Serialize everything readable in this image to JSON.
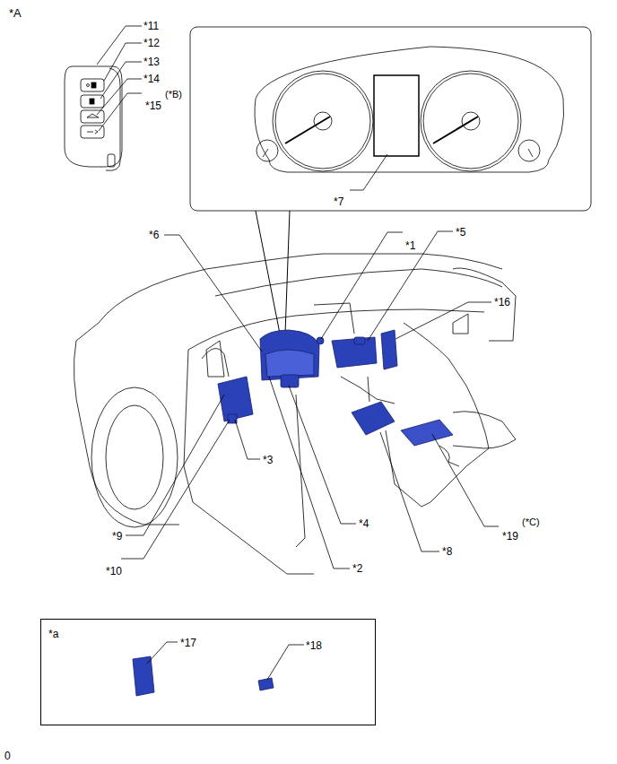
{
  "diagram": {
    "nodes": [
      {
        "text": [
          "*a"
        ]
      }
    ],
    "labels": [
      "*A",
      "*11",
      "*12",
      "*13",
      "*14",
      "(*B)",
      "*15",
      "*7",
      "*6",
      "*1",
      "*5",
      "*16",
      "*3",
      "*4",
      "*9",
      "*10",
      "*2",
      "*8",
      "(*C)",
      "*19",
      "*17",
      "*18",
      "0"
    ]
  }
}
